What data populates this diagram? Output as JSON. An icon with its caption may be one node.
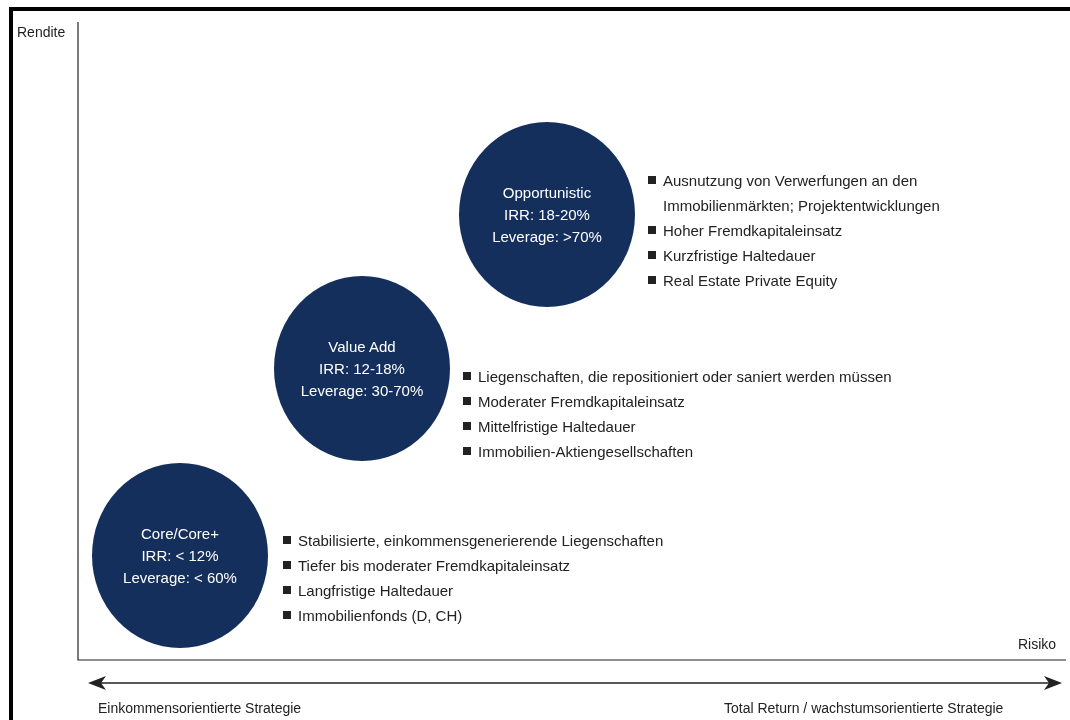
{
  "diagram": {
    "nodes": [
      {
        "text": [
          "Core/Core+",
          "IRR: < 12%",
          "Leverage: < 60%"
        ],
        "beside": [
          "Stabilisierte, einkommensgenerierende Liegenschaften",
          "Tiefer bis moderater Fremdkapitaleinsatz",
          "Langfristige Haltedauer",
          "Immobilienfonds (D, CH)"
        ]
      },
      {
        "text": [
          "Value Add",
          "IRR: 12-18%",
          "Leverage: 30-70%"
        ],
        "beside": [
          "Liegenschaften, die repositioniert oder saniert werden müssen",
          "Moderater Fremdkapitaleinsatz",
          "Mittelfristige Haltedauer",
          "Immobilien-Aktiengesellschaften"
        ]
      },
      {
        "text": [
          "Opportunistic",
          "IRR: 18-20%",
          "Leverage: >70%"
        ],
        "beside": [
          "Ausnutzung von Verwerfungen an den Immobilienmärkten; Projektentwicklungen",
          "Hoher Fremdkapitaleinsatz",
          "Kurzfristige Haltedauer",
          "Real Estate Private Equity"
        ]
      }
    ],
    "edges": [],
    "labels": [
      "Rendite",
      "Risiko",
      "Einkommensorientierte Strategie",
      "Total Return / wachstumsorientierte Strategie"
    ]
  }
}
